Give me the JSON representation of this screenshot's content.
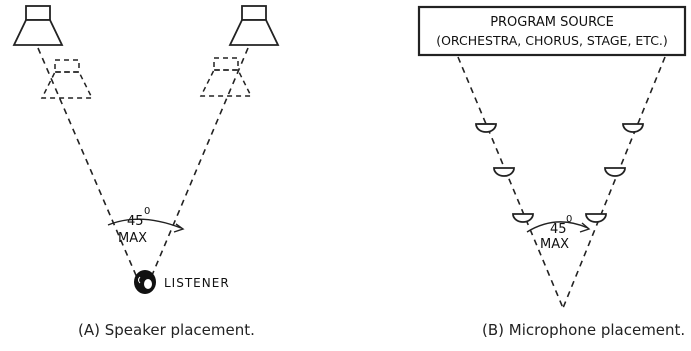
{
  "panel_a": {
    "angle": "45",
    "degree": "0",
    "max": "MAX",
    "listener": "LISTENER",
    "caption": "(A) Speaker placement."
  },
  "panel_b": {
    "source_line1": "PROGRAM SOURCE",
    "source_line2": "(ORCHESTRA, CHORUS, STAGE, ETC.)",
    "angle": "45",
    "degree": "0",
    "max": "MAX",
    "caption": "(B) Microphone placement."
  },
  "icons": [
    "speaker-icon",
    "microphone-icon",
    "listener-head-icon"
  ]
}
